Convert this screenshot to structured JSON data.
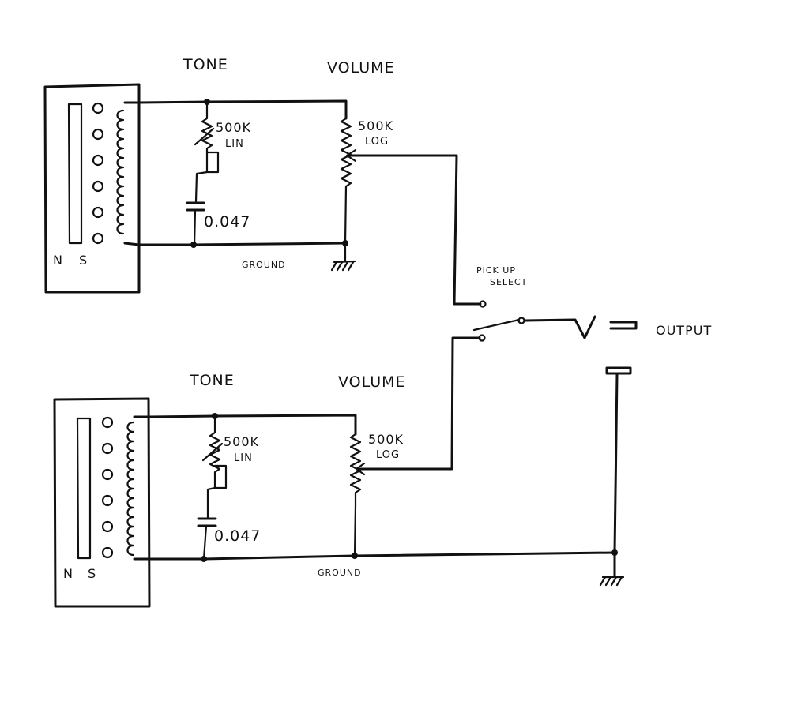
{
  "pickup1": {
    "tone_label": "TONE",
    "volume_label": "VOLUME",
    "tone_pot_value": "500K",
    "tone_pot_taper": "LIN",
    "volume_pot_value": "500K",
    "volume_pot_taper": "LOG",
    "capacitor_value": "0.047",
    "ground_label": "GROUND",
    "north_label": "N",
    "south_label": "S"
  },
  "pickup2": {
    "tone_label": "TONE",
    "volume_label": "VOLUME",
    "tone_pot_value": "500K",
    "tone_pot_taper": "LIN",
    "volume_pot_value": "500K",
    "volume_pot_taper": "LOG",
    "capacitor_value": "0.047",
    "ground_label": "GROUND",
    "north_label": "N",
    "south_label": "S"
  },
  "switch": {
    "label_line1": "PICK UP",
    "label_line2": "SELECT"
  },
  "output": {
    "label": "OUTPUT"
  }
}
